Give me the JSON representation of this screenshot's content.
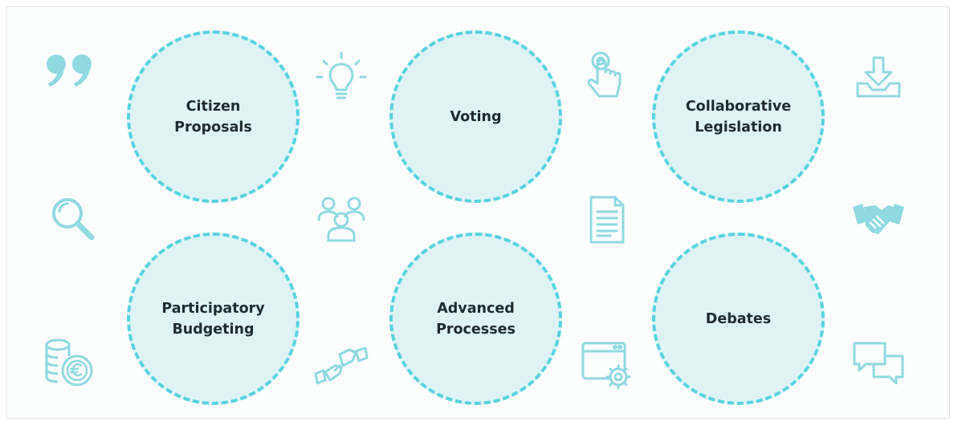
{
  "features": [
    {
      "label": "Citizen Proposals"
    },
    {
      "label": "Voting"
    },
    {
      "label": "Collaborative Legislation"
    },
    {
      "label": "Participatory Budgeting"
    },
    {
      "label": "Advanced Processes"
    },
    {
      "label": "Debates"
    }
  ],
  "icons": [
    "quote-icon",
    "lightbulb-icon",
    "touch-hand-icon",
    "download-icon",
    "search-icon",
    "group-icon",
    "document-icon",
    "handshake-icon",
    "coins-euro-icon",
    "pointing-hands-icon",
    "browser-settings-icon",
    "chat-bubbles-icon"
  ],
  "colors": {
    "circle_fill": "#dff3f5",
    "circle_border": "#55d3e0",
    "icon": "#8fd9e1",
    "text": "#1f2a2f"
  }
}
